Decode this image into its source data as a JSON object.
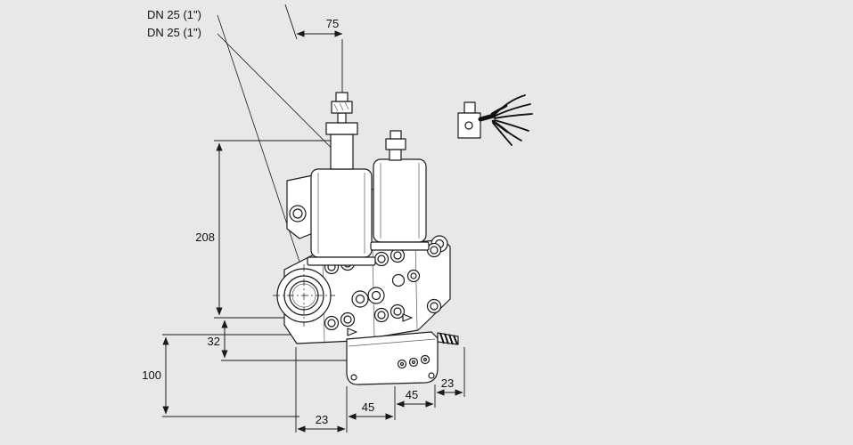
{
  "colors": {
    "background": "#e8e8e8",
    "line": "#1a1a1a",
    "fill": "#ffffff"
  },
  "callouts": {
    "dn_line1": "DN 25 (1\")",
    "dn_line2": "DN 25 (1\")"
  },
  "dims": {
    "top_width": "75",
    "overall_height": "208",
    "flange_offset": "32",
    "lower_height": "100",
    "bottom_a": "23",
    "bottom_b": "45",
    "bottom_c": "45",
    "bottom_d": "23"
  }
}
